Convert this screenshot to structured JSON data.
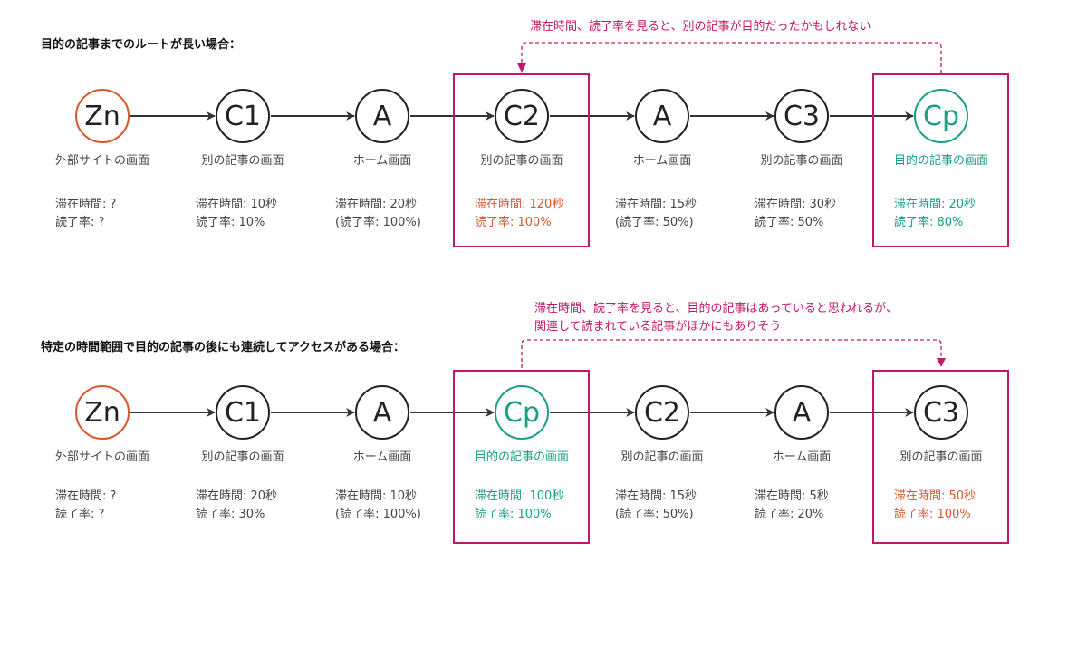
{
  "colors": {
    "default": "#444444",
    "orange": "#d9572b",
    "teal": "#17a085",
    "accent": "#c2186a",
    "ring_default": "#222222"
  },
  "rows": [
    {
      "title": "目的の記事までのルートが長い場合：",
      "note": [
        "滞在時間、読了率を見ると、別の記事が目的だったかもしれない"
      ],
      "nodes": [
        {
          "id": "Zn",
          "label": "外部サイトの画面",
          "dwell": "滞在時間: ?",
          "read": "読了率: ?",
          "ring": "orange",
          "text": "default"
        },
        {
          "id": "C1",
          "label": "別の記事の画面",
          "dwell": "滞在時間: 10秒",
          "read": "読了率: 10%",
          "ring": "default",
          "text": "default"
        },
        {
          "id": "A",
          "label": "ホーム画面",
          "dwell": "滞在時間: 20秒",
          "read": "(読了率: 100%)",
          "ring": "default",
          "text": "default"
        },
        {
          "id": "C2",
          "label": "別の記事の画面",
          "dwell": "滞在時間: 120秒",
          "read": "読了率: 100%",
          "ring": "default",
          "text": "orange",
          "boxed": true
        },
        {
          "id": "A",
          "label": "ホーム画面",
          "dwell": "滞在時間: 15秒",
          "read": "(読了率: 50%)",
          "ring": "default",
          "text": "default"
        },
        {
          "id": "C3",
          "label": "別の記事の画面",
          "dwell": "滞在時間: 30秒",
          "read": "読了率: 50%",
          "ring": "default",
          "text": "default"
        },
        {
          "id": "Cp",
          "label": "目的の記事の画面",
          "dwell": "滞在時間: 20秒",
          "read": "読了率: 80%",
          "ring": "teal",
          "text": "teal",
          "label_color": "teal",
          "boxed": true
        }
      ]
    },
    {
      "title": "特定の時間範囲で目的の記事の後にも連続してアクセスがある場合：",
      "note": [
        "滞在時間、読了率を見ると、目的の記事はあっていると思われるが、",
        "関連して読まれている記事がほかにもありそう"
      ],
      "nodes": [
        {
          "id": "Zn",
          "label": "外部サイトの画面",
          "dwell": "滞在時間: ?",
          "read": "読了率: ?",
          "ring": "orange",
          "text": "default"
        },
        {
          "id": "C1",
          "label": "別の記事の画面",
          "dwell": "滞在時間: 20秒",
          "read": "読了率: 30%",
          "ring": "default",
          "text": "default"
        },
        {
          "id": "A",
          "label": "ホーム画面",
          "dwell": "滞在時間: 10秒",
          "read": "(読了率: 100%)",
          "ring": "default",
          "text": "default"
        },
        {
          "id": "Cp",
          "label": "目的の記事の画面",
          "dwell": "滞在時間: 100秒",
          "read": "読了率: 100%",
          "ring": "teal",
          "text": "teal",
          "label_color": "teal",
          "boxed": true
        },
        {
          "id": "C2",
          "label": "別の記事の画面",
          "dwell": "滞在時間: 15秒",
          "read": "(読了率: 50%)",
          "ring": "default",
          "text": "default"
        },
        {
          "id": "A",
          "label": "ホーム画面",
          "dwell": "滞在時間: 5秒",
          "read": "読了率: 20%",
          "ring": "default",
          "text": "default"
        },
        {
          "id": "C3",
          "label": "別の記事の画面",
          "dwell": "滞在時間: 50秒",
          "read": "読了率: 100%",
          "ring": "default",
          "text": "orange",
          "boxed": true
        }
      ]
    }
  ]
}
